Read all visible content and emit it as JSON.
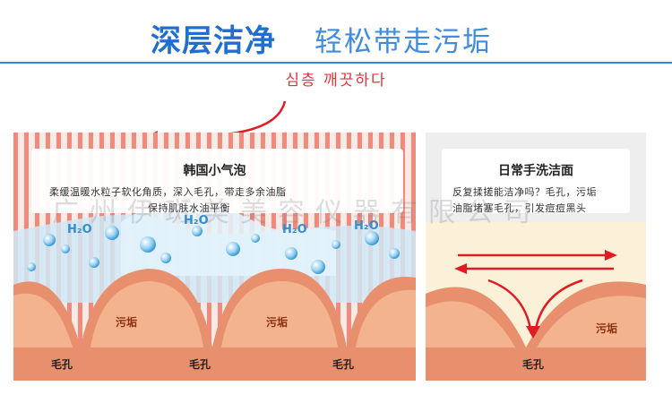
{
  "header": {
    "title_bold": "深层洁净",
    "title_light": "轻松带走污垢",
    "subtitle": "심층 깨끗하다",
    "accent_color": "#1e6fd1",
    "subtitle_color": "#e2323a"
  },
  "left_card": {
    "heading": "韩国小气泡",
    "line1": "柔缓温暖水粒子软化角质，深入毛孔，带走多余油脂",
    "line2": "保持肌肤水油平衡"
  },
  "right_card": {
    "heading": "日常手洗洁面",
    "line1": "反复揉搓能洁净吗？毛孔，污垢",
    "line2": "油脂堵塞毛孔，引发痘痘黑头"
  },
  "labels": {
    "dirt": "污垢",
    "pore": "毛孔"
  },
  "watermark": "广州伊斑美美容仪器有限公司",
  "bubble_text": "H₂O",
  "colors": {
    "skin": "#e8906e",
    "skin_inner": "#f3b38f",
    "stripe": "#f08a7c",
    "water": "#bfe3f5",
    "arrow_red": "#e01b24"
  }
}
